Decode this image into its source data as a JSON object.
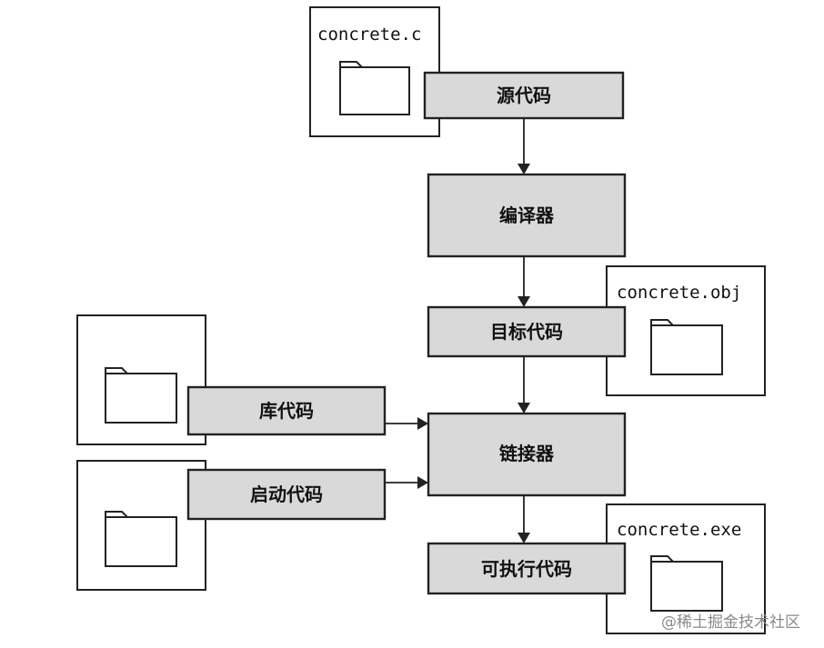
{
  "files": {
    "source": "concrete.c",
    "object": "concrete.obj",
    "exe": "concrete.exe"
  },
  "nodes": {
    "source_code": "源代码",
    "compiler": "编译器",
    "object_code": "目标代码",
    "library_code": "库代码",
    "linker": "链接器",
    "startup_code": "启动代码",
    "executable_code": "可执行代码"
  },
  "watermark": "@稀土掘金技术社区"
}
